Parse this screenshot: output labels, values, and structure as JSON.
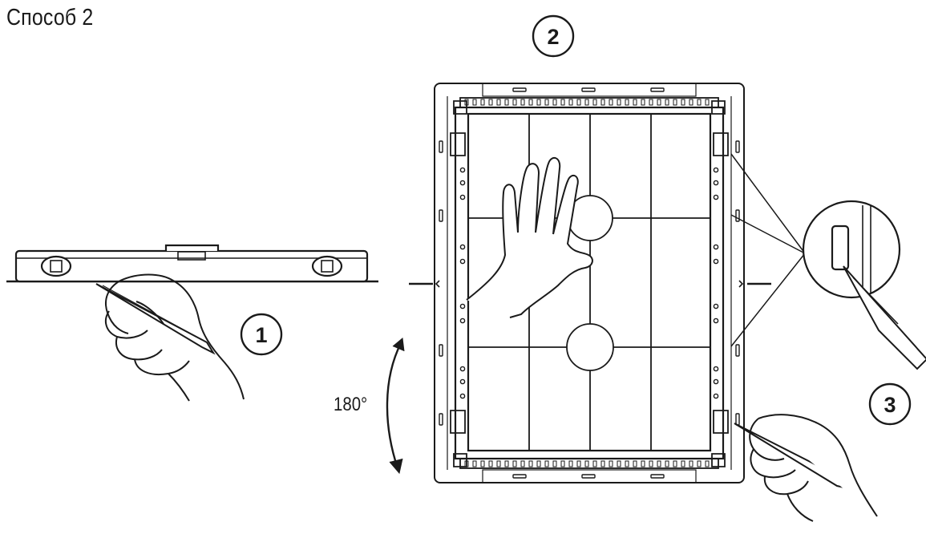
{
  "title": "Способ 2",
  "steps": [
    {
      "number": "1"
    },
    {
      "number": "2"
    },
    {
      "number": "3"
    }
  ],
  "rotation_label": "180°",
  "colors": {
    "ink": "#1a1a1a",
    "panel_fill": "#ffffff",
    "background": "#ffffff"
  },
  "icons": [
    "spirit-level-icon",
    "hand-with-pencil-icon",
    "open-palm-icon",
    "rotation-arrow-icon",
    "magnified-slot-icon"
  ]
}
